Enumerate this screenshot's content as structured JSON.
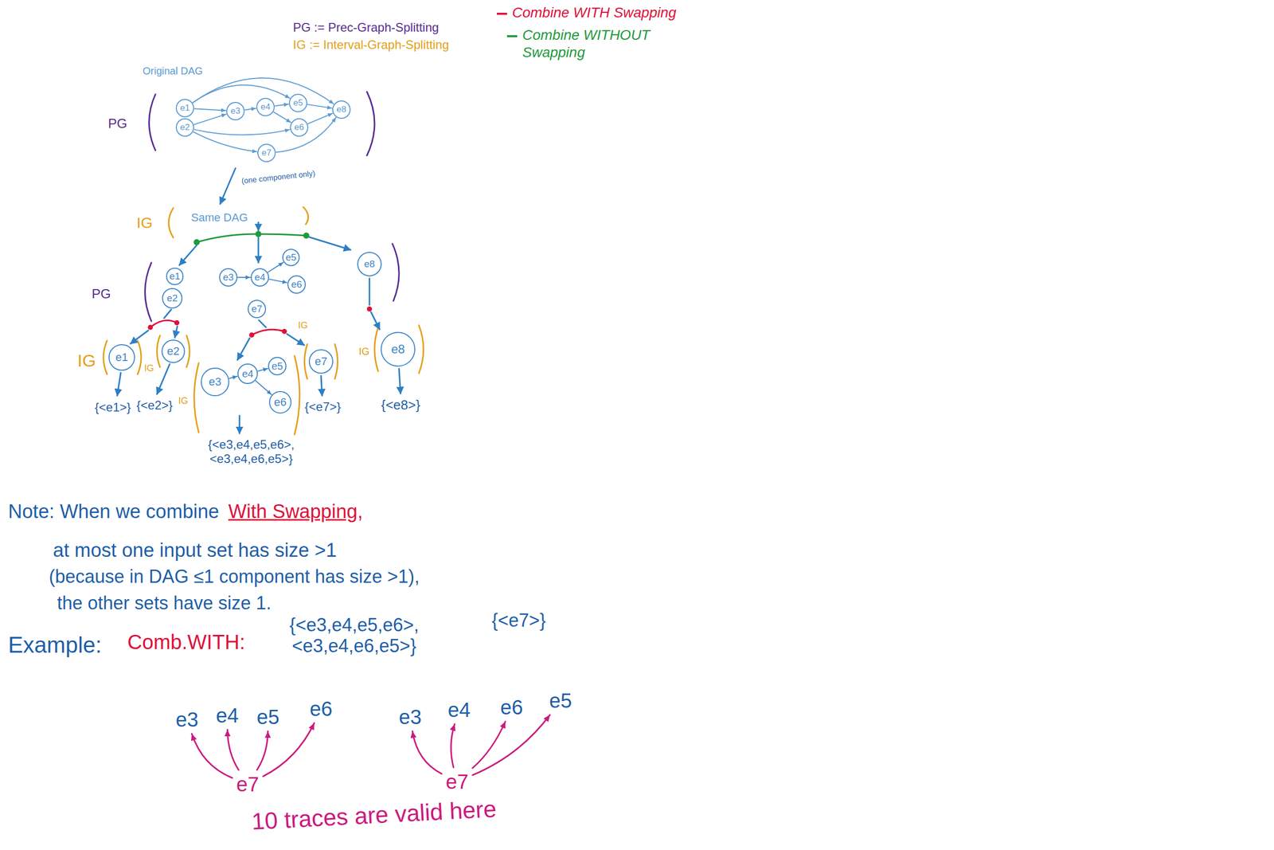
{
  "diagram": {
    "nodes": [
      {
        "text": [
          "e1"
        ]
      },
      {
        "text": [
          "e2"
        ]
      },
      {
        "text": [
          "e3"
        ]
      },
      {
        "text": [
          "e4"
        ]
      },
      {
        "text": [
          "e5"
        ]
      },
      {
        "text": [
          "e6"
        ]
      },
      {
        "text": [
          "e7"
        ]
      },
      {
        "text": [
          "e8"
        ]
      },
      {
        "text": [
          "e1"
        ]
      },
      {
        "text": [
          "e2"
        ]
      },
      {
        "text": [
          "e3"
        ]
      },
      {
        "text": [
          "e4"
        ]
      },
      {
        "text": [
          "e5"
        ]
      },
      {
        "text": [
          "e6"
        ]
      },
      {
        "text": [
          "e7"
        ]
      },
      {
        "text": [
          "e8"
        ]
      },
      {
        "text": [
          "e1"
        ]
      },
      {
        "text": [
          "e2"
        ]
      },
      {
        "text": [
          "e3"
        ]
      },
      {
        "text": [
          "e4"
        ]
      },
      {
        "text": [
          "e5"
        ]
      },
      {
        "text": [
          "e6"
        ]
      },
      {
        "text": [
          "e7"
        ]
      },
      {
        "text": [
          "e8"
        ]
      },
      {
        "text": [
          "e3"
        ]
      },
      {
        "text": [
          "e4"
        ]
      },
      {
        "text": [
          "e5"
        ]
      },
      {
        "text": [
          "e6"
        ]
      },
      {
        "text": [
          "e7"
        ]
      },
      {
        "text": [
          "e3"
        ]
      },
      {
        "text": [
          "e4"
        ]
      },
      {
        "text": [
          "e6"
        ]
      },
      {
        "text": [
          "e5"
        ]
      },
      {
        "text": [
          "e7"
        ]
      }
    ],
    "edges": [
      {
        "from": 0,
        "to": 2,
        "arrow": "to"
      },
      {
        "from": 1,
        "to": 2,
        "arrow": "to"
      },
      {
        "from": 2,
        "to": 3,
        "arrow": "to"
      },
      {
        "from": 3,
        "to": 4,
        "arrow": "to"
      },
      {
        "from": 3,
        "to": 5,
        "arrow": "to"
      },
      {
        "from": 4,
        "to": 7,
        "arrow": "to"
      },
      {
        "from": 5,
        "to": 7,
        "arrow": "to"
      },
      {
        "from": 1,
        "to": 6,
        "arrow": "to"
      },
      {
        "from": 6,
        "to": 7,
        "arrow": "to"
      },
      {
        "from": 0,
        "to": 4,
        "arrow": "to"
      },
      {
        "from": 1,
        "to": 5,
        "arrow": "to"
      },
      {
        "from": 0,
        "to": 7,
        "arrow": "to"
      },
      {
        "from": 10,
        "to": 11,
        "arrow": "to"
      },
      {
        "from": 11,
        "to": 12,
        "arrow": "to"
      },
      {
        "from": 11,
        "to": 13,
        "arrow": "to"
      },
      {
        "from": 18,
        "to": 19,
        "arrow": "to"
      },
      {
        "from": 19,
        "to": 20,
        "arrow": "to"
      },
      {
        "from": 19,
        "to": 21,
        "arrow": "to"
      },
      {
        "from": 28,
        "to": 24,
        "arrow": "to"
      },
      {
        "from": 28,
        "to": 25,
        "arrow": "to"
      },
      {
        "from": 28,
        "to": 26,
        "arrow": "to"
      },
      {
        "from": 28,
        "to": 27,
        "arrow": "to"
      },
      {
        "from": 33,
        "to": 29,
        "arrow": "to"
      },
      {
        "from": 33,
        "to": 30,
        "arrow": "to"
      },
      {
        "from": 33,
        "to": 31,
        "arrow": "to"
      },
      {
        "from": 33,
        "to": 32,
        "arrow": "to"
      }
    ],
    "labels": [
      "PG := Prec-Graph-Splitting",
      "IG := Interval-Graph-Splitting",
      "Original DAG",
      "PG",
      "(one component only)",
      "IG",
      "Same DAG",
      "PG",
      "IG",
      "IG",
      "IG",
      "IG",
      "IG",
      "{<e1>}",
      "{<e2>}",
      "{<e3,e4,e5,e6>, <e3,e4,e6,e5>}",
      "{<e7>}",
      "{<e8>}",
      "Note: When we combine",
      "With Swapping,",
      "at most one input set has size >1",
      "(because in DAG ≤1 component has size >1),",
      "the other sets have size 1.",
      "Example:",
      "Comb.WITH:",
      "{<e3,e4,e5,e6>, <e3,e4,e6,e5>}",
      "{<e7>}",
      "10 traces are valid here"
    ],
    "legend": [
      {
        "text": "Combine WITH Swapping",
        "color": "#e0103a"
      },
      {
        "text": "Combine WITHOUT Swapping",
        "color": "#1f9a3c"
      }
    ]
  }
}
